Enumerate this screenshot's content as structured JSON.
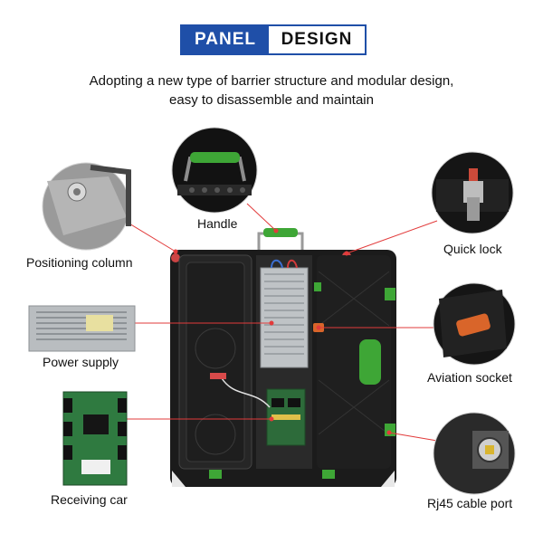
{
  "header": {
    "title_left": "PANEL",
    "title_right": "DESIGN",
    "subtitle_line1": "Adopting a new type of barrier structure and modular design,",
    "subtitle_line2": "easy to disassemble and maintain"
  },
  "callouts": {
    "handle": "Handle",
    "positioning_column": "Positioning column",
    "power_supply": "Power supply",
    "receiving_card": "Receiving car",
    "quick_lock": "Quick lock",
    "aviation_socket": "Aviation socket",
    "rj45_port": "Rj45 cable port"
  },
  "colors": {
    "brand_blue": "#1f4fa8",
    "leader_red": "#e23b3b",
    "accent_green": "#3ea636",
    "panel_black": "#1b1b1b"
  }
}
